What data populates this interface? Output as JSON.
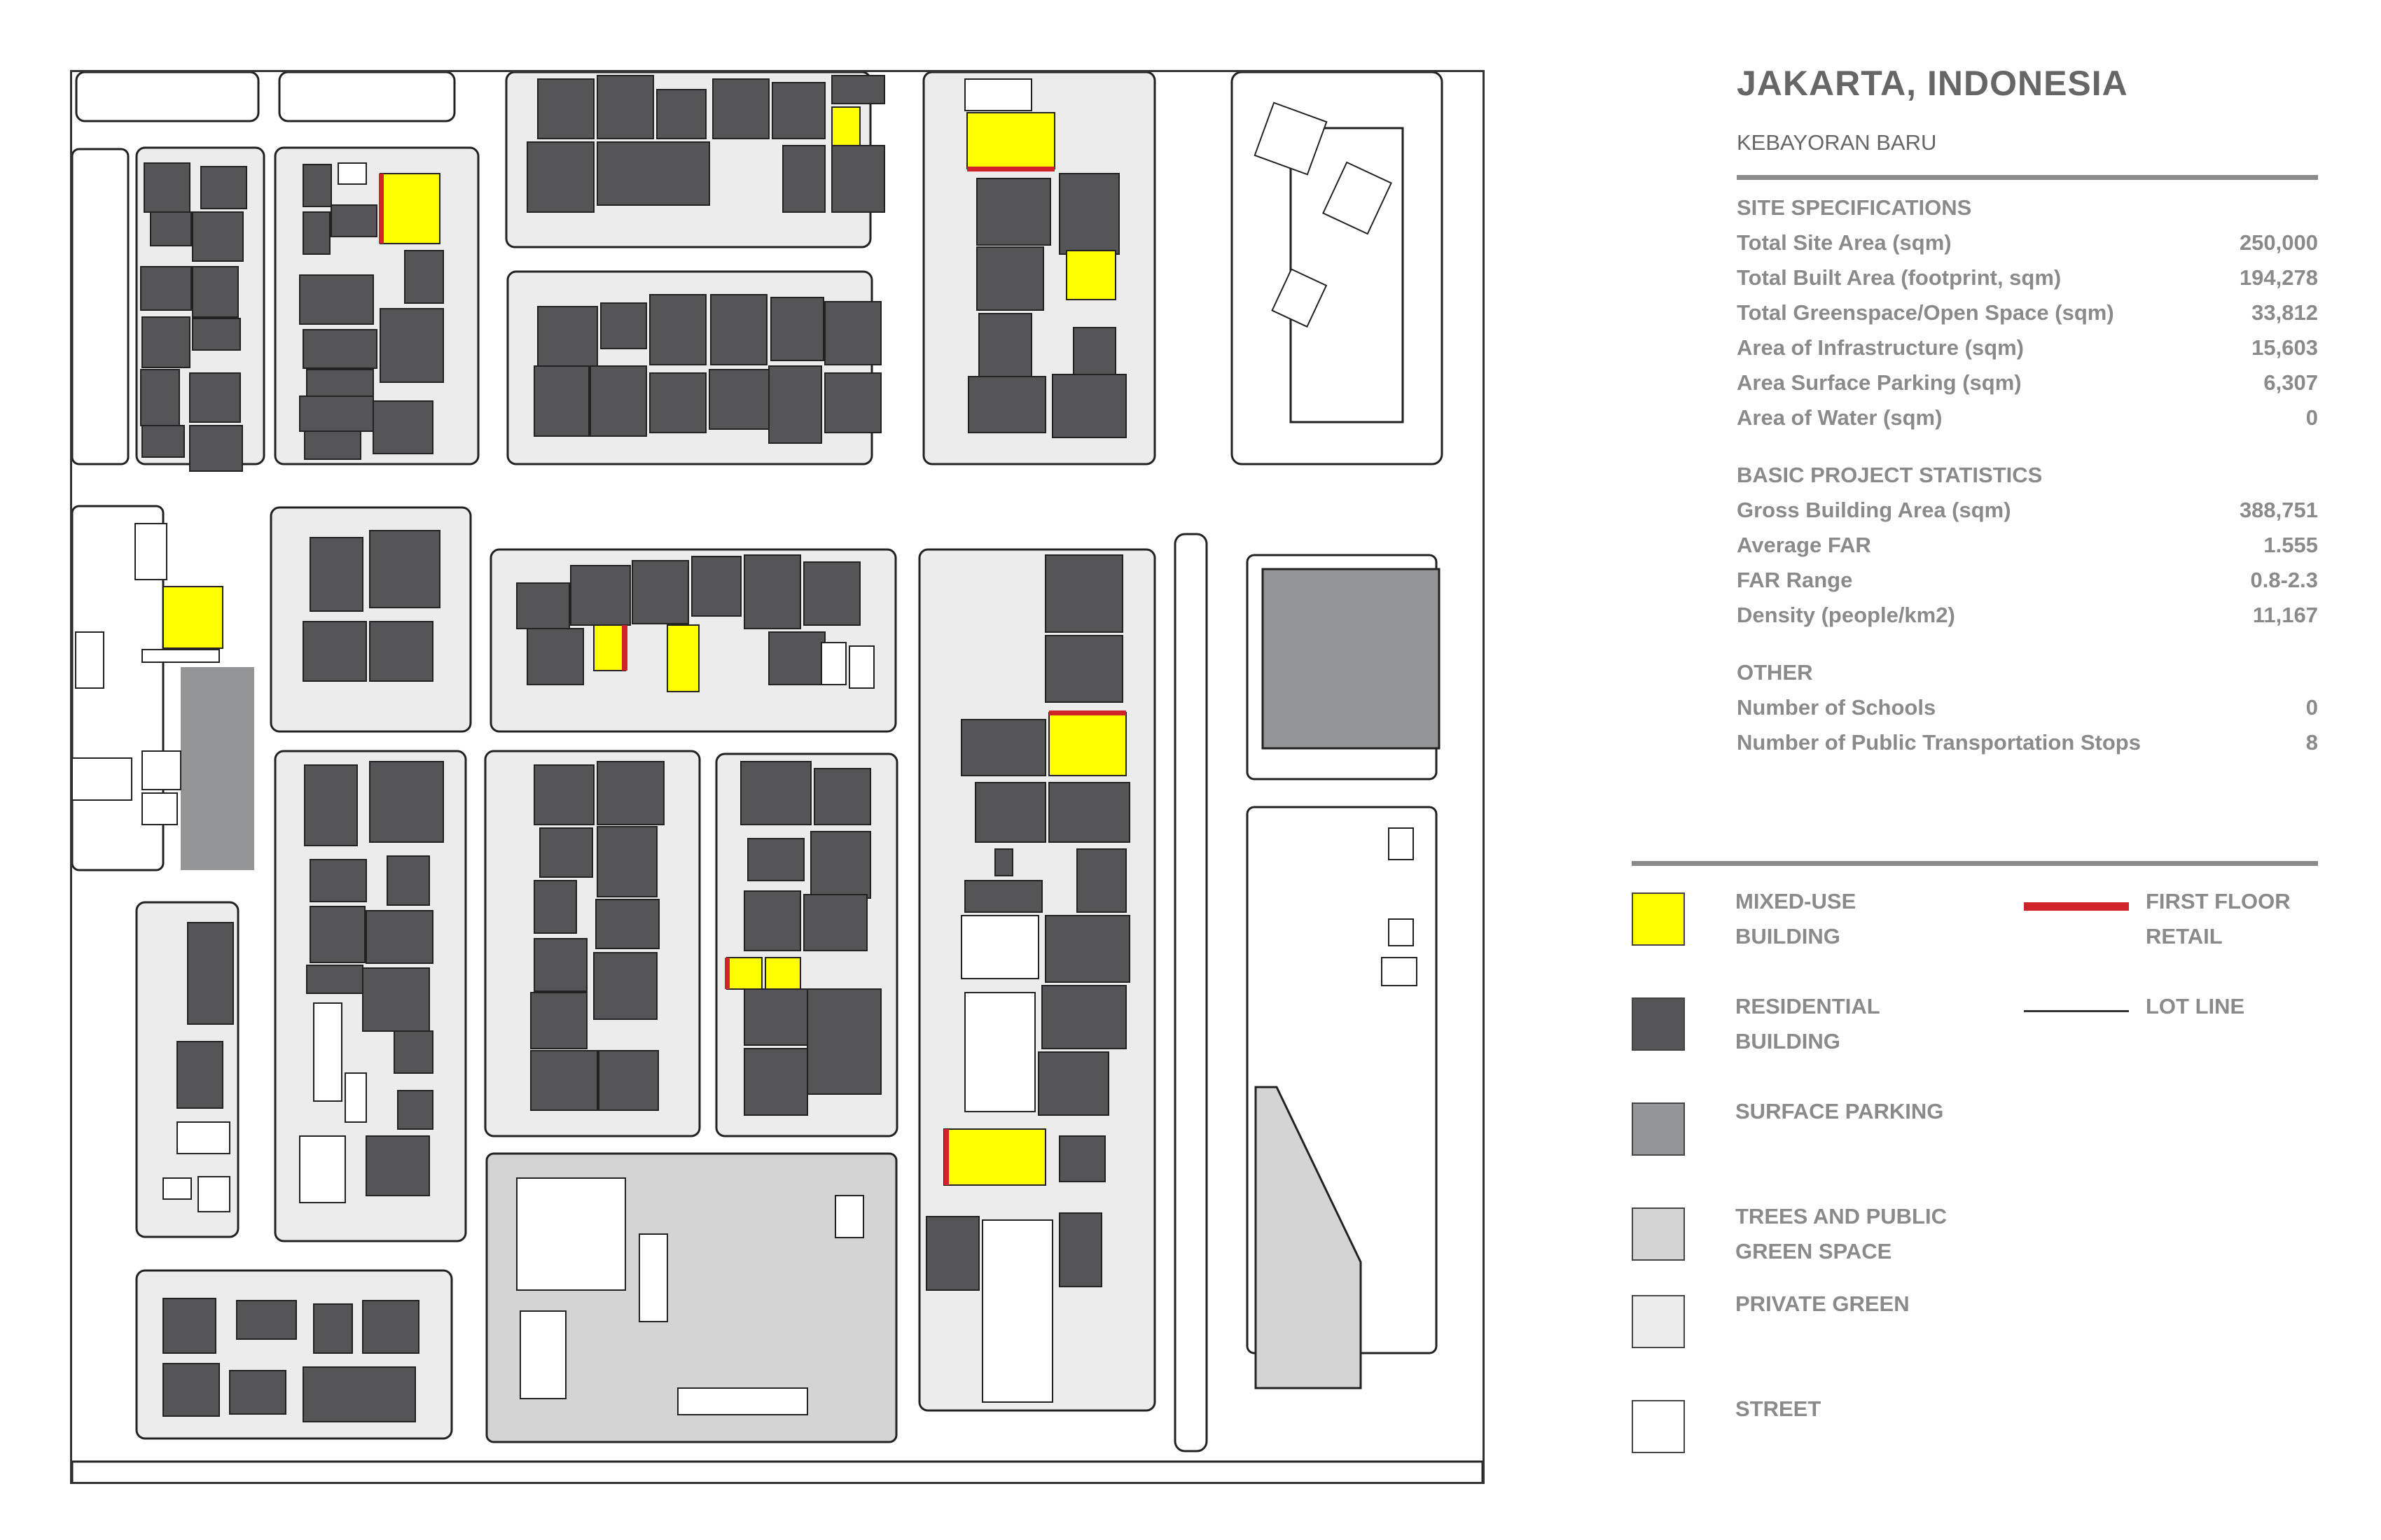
{
  "header": {
    "title": "JAKARTA, INDONESIA",
    "subtitle": "KEBAYORAN BARU"
  },
  "site_specs": {
    "heading": "SITE SPECIFICATIONS",
    "rows": [
      {
        "label": "Total Site Area (sqm)",
        "value": "250,000"
      },
      {
        "label": "Total Built Area (footprint, sqm)",
        "value": "194,278"
      },
      {
        "label": "Total Greenspace/Open Space (sqm)",
        "value": "33,812"
      },
      {
        "label": "Area of Infrastructure (sqm)",
        "value": "15,603"
      },
      {
        "label": "Area Surface Parking (sqm)",
        "value": "6,307"
      },
      {
        "label": "Area of Water (sqm)",
        "value": "0"
      }
    ]
  },
  "project_stats": {
    "heading": "BASIC PROJECT STATISTICS",
    "rows": [
      {
        "label": "Gross Building Area (sqm)",
        "value": "388,751"
      },
      {
        "label": "Average FAR",
        "value": "1.555"
      },
      {
        "label": "FAR Range",
        "value": "0.8-2.3"
      },
      {
        "label": "Density (people/km2)",
        "value": "11,167"
      }
    ]
  },
  "other": {
    "heading": "OTHER",
    "rows": [
      {
        "label": "Number of Schools",
        "value": "0"
      },
      {
        "label": "Number of Public Transportation Stops",
        "value": "8"
      }
    ]
  },
  "legend": {
    "mixed_use": {
      "line1": "MIXED-USE",
      "line2": "BUILDING",
      "color": "#ffff00"
    },
    "residential": {
      "line1": "RESIDENTIAL",
      "line2": "BUILDING",
      "color": "#555558"
    },
    "surface_parking": {
      "line1": "SURFACE PARKING",
      "color": "#949597"
    },
    "trees": {
      "line1": "TREES AND PUBLIC",
      "line2": "GREEN SPACE",
      "color": "#d4d4d4"
    },
    "private_green": {
      "line1": "PRIVATE GREEN",
      "color": "#ececec"
    },
    "street": {
      "line1": "STREET",
      "color": "#ffffff"
    },
    "first_floor_retail": {
      "line1": "FIRST FLOOR",
      "line2": "RETAIL",
      "color": "#d2232a"
    },
    "lot_line": {
      "line1": "LOT LINE",
      "color": "#333333"
    }
  }
}
